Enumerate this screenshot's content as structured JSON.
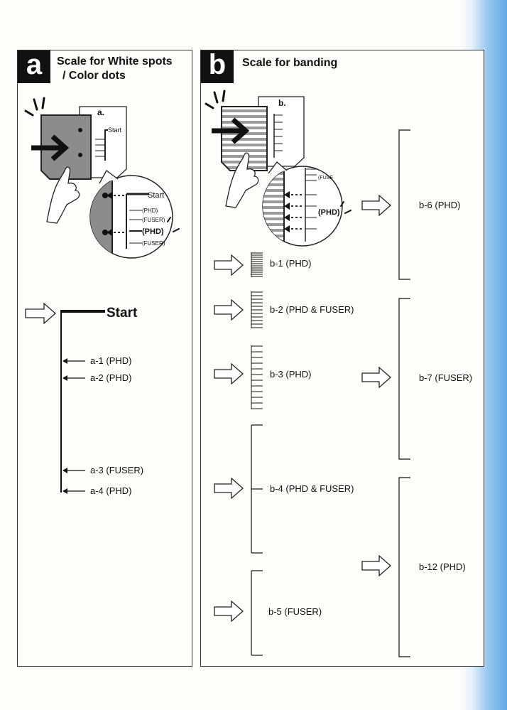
{
  "panel_a": {
    "badge": "a",
    "title_line1": "Scale for White spots",
    "title_line2": "/ Color dots",
    "illustration": {
      "sheet_letter": "a.",
      "sheet_start": "Start",
      "zoom_start": "Start",
      "zoom_phd_1": "(PHD)",
      "zoom_fuser_1": "(FUSER)",
      "zoom_phd_bold": "(PHD)",
      "zoom_fuser_2": "(FUSER)"
    },
    "start_label": "Start",
    "marks": [
      "a-1 (PHD)",
      "a-2 (PHD)",
      "a-3 (FUSER)",
      "a-4 (PHD)"
    ]
  },
  "panel_b": {
    "badge": "b",
    "title": "Scale for banding",
    "illustration": {
      "sheet_letter": "b.",
      "zoom_fuser": "(FUSE",
      "zoom_phd": "(PHD)"
    },
    "scales": [
      "b-1 (PHD)",
      "b-2 (PHD & FUSER)",
      "b-3 (PHD)",
      "b-4 (PHD & FUSER)",
      "b-5 (FUSER)"
    ],
    "groups": [
      "b-6 (PHD)",
      "b-7 (FUSER)",
      "b-12 (PHD)"
    ]
  }
}
